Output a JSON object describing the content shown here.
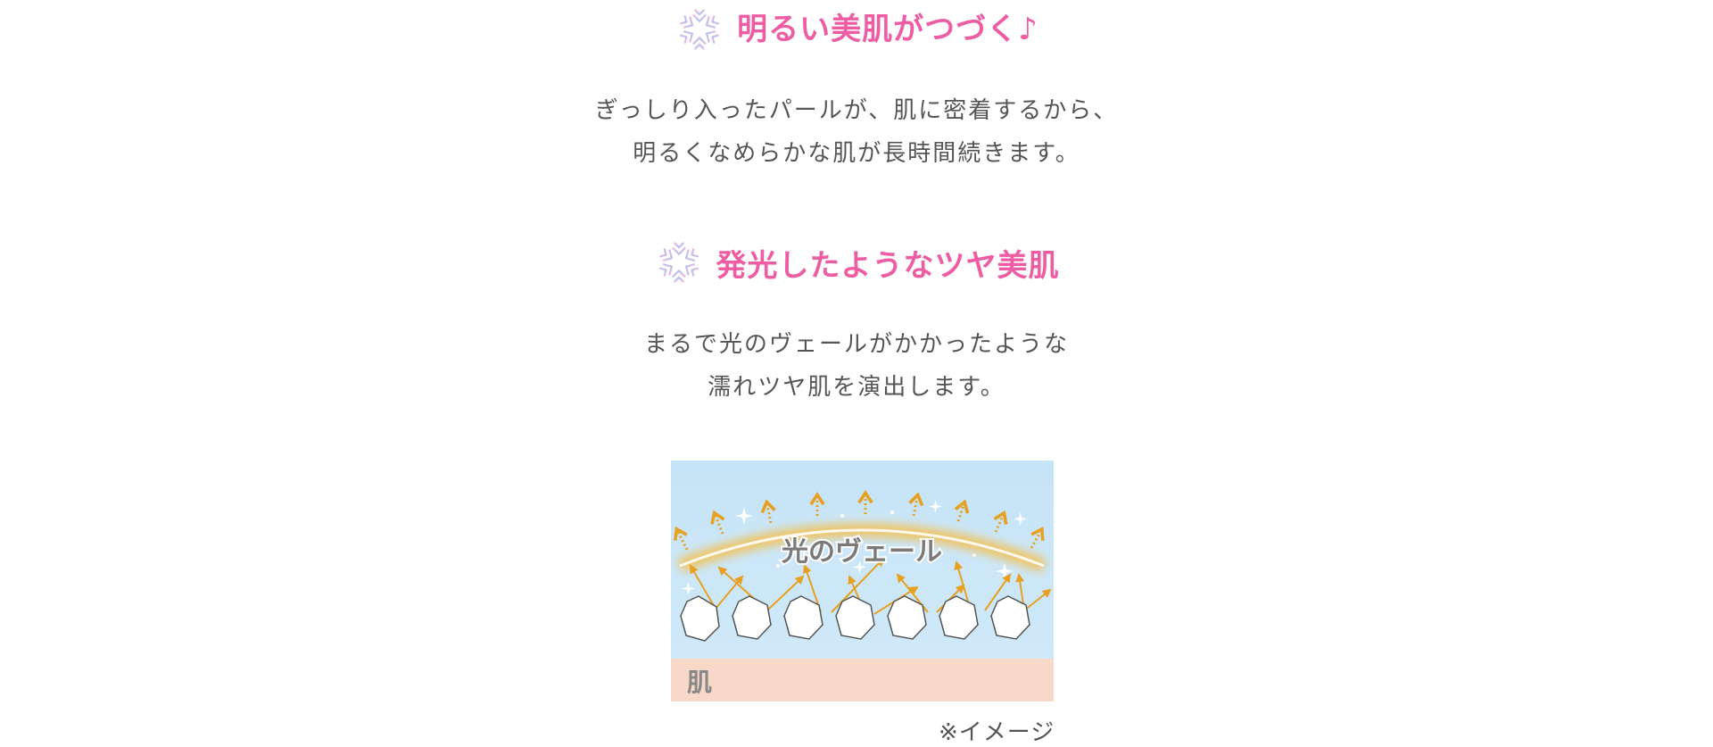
{
  "sections": [
    {
      "icon": "snowflake-icon",
      "heading": "明るい美肌がつづく♪",
      "body_lines": [
        "ぎっしり入ったパールが、肌に密着するから、",
        "明るくなめらかな肌が長時間続きます。"
      ]
    },
    {
      "icon": "snowflake-icon",
      "heading": "発光したようなツヤ美肌",
      "body_lines": [
        "まるで光のヴェールがかかったような",
        "濡れツヤ肌を演出します。"
      ]
    }
  ],
  "illustration": {
    "veil_label": "光のヴェール",
    "skin_label": "肌",
    "colors": {
      "sky": "#c9e6f8",
      "skin": "#f8d8c8",
      "arrow": "#e8a020",
      "veil": "#f3c25a"
    }
  },
  "note": "※イメージ",
  "colors": {
    "heading": "#ee5da3",
    "text": "#555555"
  }
}
